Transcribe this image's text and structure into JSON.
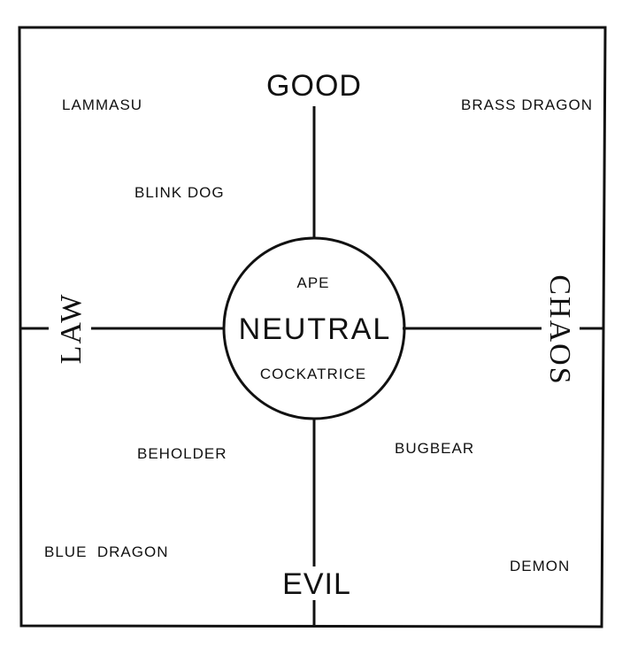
{
  "axes": {
    "good": "GOOD",
    "evil": "EVIL",
    "law": "LAW",
    "chaos": "CHAOS"
  },
  "center": {
    "label": "NEUTRAL"
  },
  "creatures": {
    "lammasu": "LAMMASU",
    "brass_dragon": "BRASS DRAGON",
    "blink_dog": "BLINK DOG",
    "ape": "APE",
    "cockatrice": "COCKATRICE",
    "beholder": "BEHOLDER",
    "bugbear": "BUGBEAR",
    "blue_dragon": "BLUE  DRAGON",
    "demon": "DEMON"
  }
}
